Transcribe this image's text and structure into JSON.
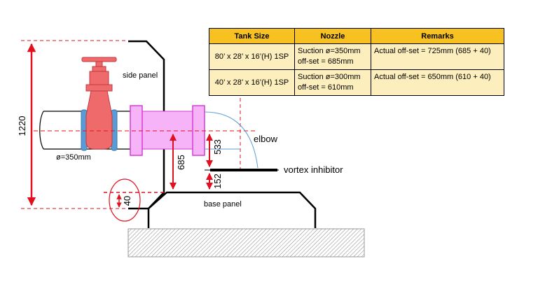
{
  "labels": {
    "side_panel": "side panel",
    "elbow": "elbow",
    "vortex_inhibitor": "vortex inhibitor",
    "base_panel": "base panel",
    "pipe_diameter": "ø=350mm"
  },
  "dimensions": {
    "height_1220": "1220",
    "offset_685": "685",
    "gap_533": "533",
    "gap_152": "152",
    "step_40": "40"
  },
  "table": {
    "headers": [
      "Tank Size",
      "Nozzle",
      "Remarks"
    ],
    "rows": [
      {
        "tank_size": "80’ x 28’ x 16’(H) 1SP",
        "nozzle_line1": "Suction ø=350mm",
        "nozzle_line2": "off-set = 685mm",
        "remarks": "Actual off-set = 725mm (685 + 40)"
      },
      {
        "tank_size": "40’ x 28’ x 16’(H) 1SP",
        "nozzle_line1": "Suction ø=300mm",
        "nozzle_line2": "off-set = 610mm",
        "remarks": "Actual off-set = 650mm (610 + 40)"
      }
    ]
  },
  "colors": {
    "dimension_red": "#e0101e",
    "valve_red": "#ef6b6b",
    "flange_pink": "#f7b3f7",
    "flange_magenta": "#d23fd2",
    "pipe_blue": "#5b9bd5",
    "header_orange": "#f7c221",
    "cell_cream": "#fdeebd"
  }
}
